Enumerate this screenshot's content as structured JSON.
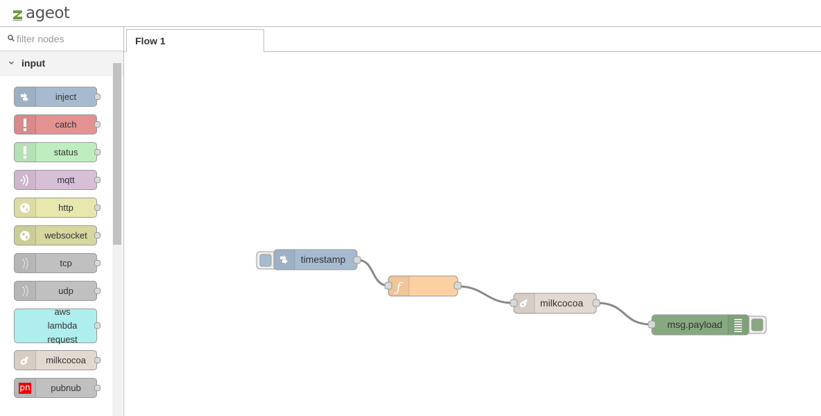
{
  "header": {
    "logo_text": "ageot"
  },
  "palette": {
    "filter_placeholder": "filter nodes",
    "category": {
      "label": "input",
      "expanded": true
    },
    "nodes": [
      {
        "label": "inject",
        "color": "#a6bbcf",
        "icon": "arrow-in-icon"
      },
      {
        "label": "catch",
        "color": "#e49191",
        "icon": "alert-icon"
      },
      {
        "label": "status",
        "color": "#c0edc0",
        "icon": "alert-icon"
      },
      {
        "label": "mqtt",
        "color": "#d8bfd8",
        "icon": "bridge-icon"
      },
      {
        "label": "http",
        "color": "#e7e7ae",
        "icon": "globe-icon"
      },
      {
        "label": "websocket",
        "color": "#d7d7a0",
        "icon": "globe-icon"
      },
      {
        "label": "tcp",
        "color": "#c0c0c0",
        "icon": "bridge-dash-icon"
      },
      {
        "label": "udp",
        "color": "#c0c0c0",
        "icon": "bridge-dash-icon"
      },
      {
        "label": "aws lambda request",
        "color": "#aeeeee",
        "icon": "none"
      },
      {
        "label": "milkcocoa",
        "color": "#e2d9d0",
        "icon": "milkcocoa-icon"
      },
      {
        "label": "pubnub",
        "color": "#c0c0c0",
        "icon": "pubnub-icon",
        "icon_text": "pn"
      }
    ]
  },
  "workspace": {
    "tabs": [
      {
        "label": "Flow 1",
        "active": true
      }
    ],
    "flow": {
      "timestamp": {
        "label": "timestamp",
        "color": "#a6bbcf"
      },
      "function": {
        "label": "",
        "color": "#fdd0a2"
      },
      "milkcocoa": {
        "label": "milkcocoa",
        "color": "#e2d9d0"
      },
      "debug": {
        "label": "msg.payload",
        "color": "#87a980"
      }
    }
  }
}
